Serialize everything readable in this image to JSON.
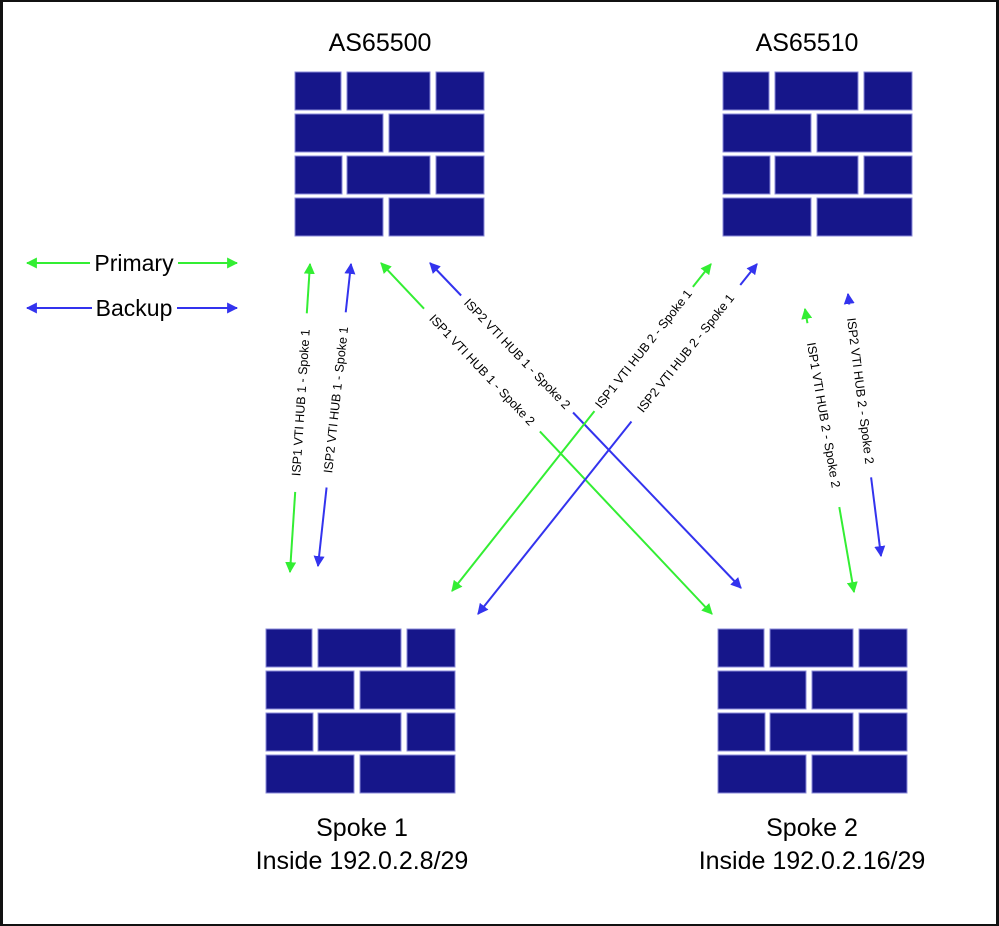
{
  "diagram": {
    "colors": {
      "primary": "#33ee33",
      "backup": "#3333ee",
      "firewall": "#16168a"
    },
    "legend": [
      {
        "label": "Primary",
        "type": "primary"
      },
      {
        "label": "Backup",
        "type": "backup"
      }
    ],
    "nodes": [
      {
        "id": "hub1",
        "icon": "firewall-icon",
        "title": "AS65500",
        "subtitle": ""
      },
      {
        "id": "hub2",
        "icon": "firewall-icon",
        "title": "AS65510",
        "subtitle": ""
      },
      {
        "id": "spoke1",
        "icon": "firewall-icon",
        "title": "Spoke 1",
        "subtitle": "Inside 192.0.2.8/29"
      },
      {
        "id": "spoke2",
        "icon": "firewall-icon",
        "title": "Spoke 2",
        "subtitle": "Inside 192.0.2.16/29"
      }
    ],
    "links": [
      {
        "from": "hub1",
        "to": "spoke1",
        "type": "primary",
        "label": "ISP1 VTI HUB 1 - Spoke 1"
      },
      {
        "from": "hub1",
        "to": "spoke1",
        "type": "backup",
        "label": "ISP2 VTI HUB 1 - Spoke 1"
      },
      {
        "from": "hub1",
        "to": "spoke2",
        "type": "primary",
        "label": "ISP1 VTI HUB 1 - Spoke 2"
      },
      {
        "from": "hub1",
        "to": "spoke2",
        "type": "backup",
        "label": "ISP2 VTI HUB 1 - Spoke 2"
      },
      {
        "from": "hub2",
        "to": "spoke1",
        "type": "primary",
        "label": "ISP1 VTI HUB 2 - Spoke 1"
      },
      {
        "from": "hub2",
        "to": "spoke1",
        "type": "backup",
        "label": "ISP2 VTI HUB 2 - Spoke 1"
      },
      {
        "from": "hub2",
        "to": "spoke2",
        "type": "primary",
        "label": "ISP1 VTI HUB 2 - Spoke 2"
      },
      {
        "from": "hub2",
        "to": "spoke2",
        "type": "backup",
        "label": "ISP2 VTI HUB 2 - Spoke 2"
      }
    ]
  }
}
